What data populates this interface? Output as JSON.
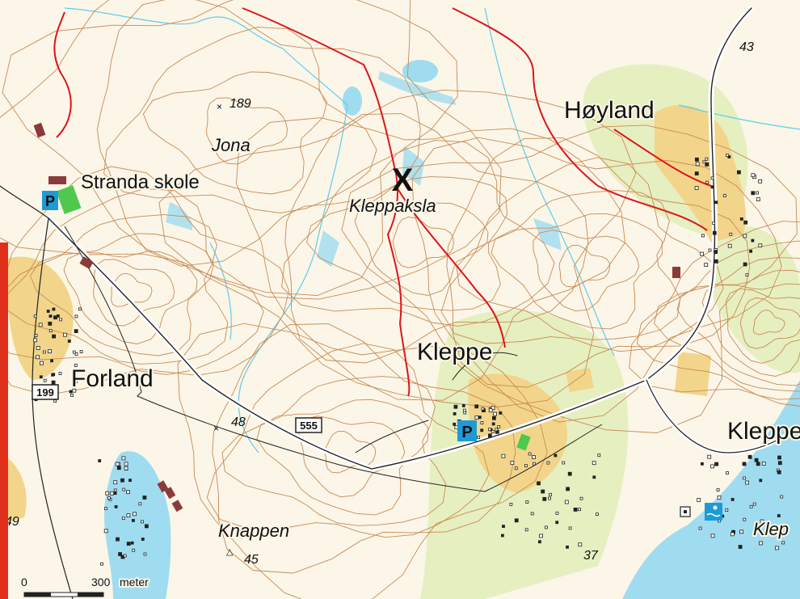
{
  "map": {
    "colors": {
      "land": "#fbf6e8",
      "water": "#9fdcf0",
      "contour": "#c98a55",
      "trail": "#e0131b",
      "road": "#222222",
      "field": "#f2d58a",
      "vegetation": "#e6efc0",
      "building": "#8b3a3a",
      "parking": "#1d9bd7",
      "marker": "#e8302a"
    },
    "places": [
      {
        "text": "Stranda skole"
      },
      {
        "text": "Forland"
      },
      {
        "text": "Kleppe"
      },
      {
        "text": "Høyland"
      },
      {
        "text": "Kleppe"
      }
    ],
    "nature_names": [
      {
        "text": "Jona"
      },
      {
        "text": "Kleppaksla"
      },
      {
        "text": "Knappen"
      },
      {
        "text": "Klep"
      }
    ],
    "heights": [
      "189",
      "48",
      "45",
      "49",
      "37",
      "43"
    ],
    "roads": {
      "r555": "555",
      "r199": "199"
    },
    "parking": {
      "label": "P"
    },
    "marker": {
      "label": "X",
      "icon": "destination-x-marker-icon"
    },
    "scale": {
      "zero": "0",
      "max": "300",
      "unit": "meter"
    }
  }
}
